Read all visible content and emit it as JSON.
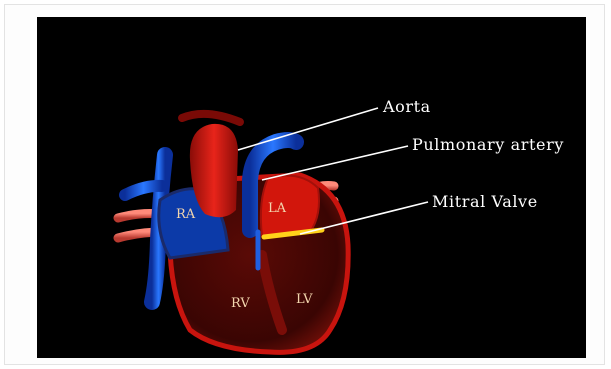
{
  "annotations": {
    "aorta": "Aorta",
    "pulmonary_artery": "Pulmonary artery",
    "mitral_valve": "Mitral Valve"
  },
  "chambers": {
    "ra": "RA",
    "la": "LA",
    "rv": "RV",
    "lv": "LV"
  },
  "colors": {
    "background": "#000000",
    "heart_red": "#c8140e",
    "deoxygenated_blue": "#1f5fe0",
    "valve_yellow": "#ffd21a",
    "label_text": "#ffffff"
  }
}
